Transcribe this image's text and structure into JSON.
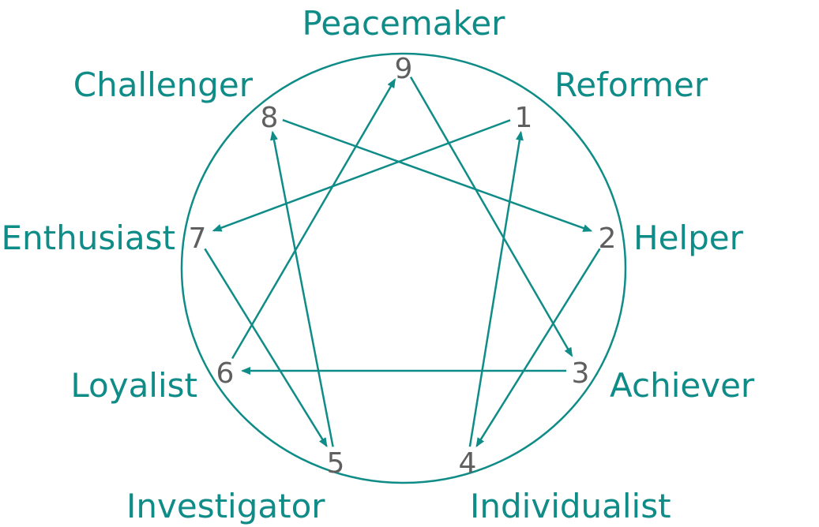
{
  "accent_color": "#0f8c87",
  "number_color": "#5f5f5f",
  "types": [
    {
      "number": "1",
      "name": "Reformer"
    },
    {
      "number": "2",
      "name": "Helper"
    },
    {
      "number": "3",
      "name": "Achiever"
    },
    {
      "number": "4",
      "name": "Individualist"
    },
    {
      "number": "5",
      "name": "Investigator"
    },
    {
      "number": "6",
      "name": "Loyalist"
    },
    {
      "number": "7",
      "name": "Enthusiast"
    },
    {
      "number": "8",
      "name": "Challenger"
    },
    {
      "number": "9",
      "name": "Peacemaker"
    }
  ],
  "connections": [
    {
      "from": "9",
      "to": "3"
    },
    {
      "from": "3",
      "to": "6"
    },
    {
      "from": "6",
      "to": "9"
    },
    {
      "from": "1",
      "to": "7"
    },
    {
      "from": "7",
      "to": "5"
    },
    {
      "from": "5",
      "to": "8"
    },
    {
      "from": "8",
      "to": "2"
    },
    {
      "from": "2",
      "to": "4"
    },
    {
      "from": "4",
      "to": "1"
    }
  ]
}
